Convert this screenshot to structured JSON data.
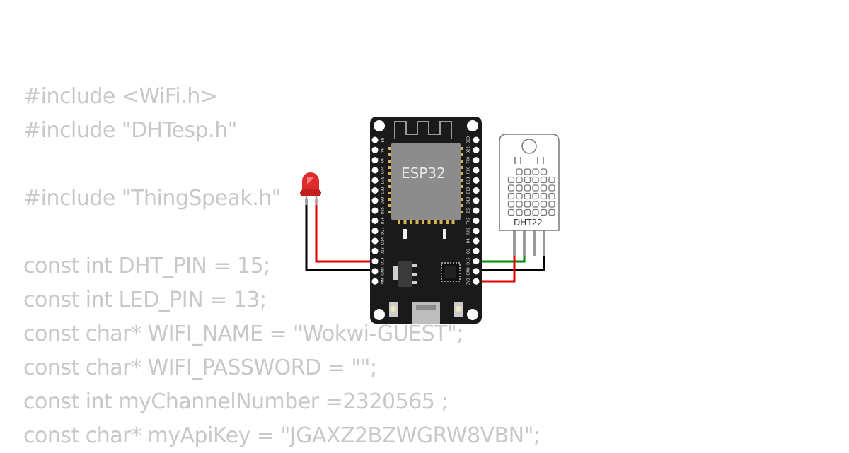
{
  "code": [
    "#include <WiFi.h>",
    "#include \"DHTesp.h\"",
    "",
    "#include \"ThingSpeak.h\"",
    "",
    "const int DHT_PIN = 15;",
    "const int LED_PIN = 13;",
    "const char* WIFI_NAME = \"Wokwi-GUEST\";",
    "const char* WIFI_PASSWORD = \"\";",
    "const int myChannelNumber =2320565 ;",
    "const char* myApiKey = \"JGAXZ2BZWGRW8VBN\";"
  ],
  "board": {
    "label": "ESP32",
    "left_pins": [
      "EN",
      "VP",
      "VN",
      "D34",
      "D35",
      "D32",
      "D33",
      "D25",
      "D26",
      "D27",
      "D14",
      "D12",
      "D13",
      "GND",
      "VIN"
    ],
    "right_pins": [
      "D23",
      "D22",
      "TX0",
      "RX0",
      "D21",
      "D19",
      "D18",
      "D5",
      "TX2",
      "RX2",
      "D4",
      "D2",
      "D15",
      "GND",
      "3V3"
    ]
  },
  "sensor": {
    "label": "DHT22"
  },
  "colors": {
    "code_text": "#c8c8c8",
    "board": "#1a1a1a",
    "chip": "#8c8c8c",
    "led": "#e02b2b",
    "wire_red": "#e00000",
    "wire_black": "#000000",
    "wire_green": "#008a00",
    "sensor_body": "#ffffff"
  }
}
